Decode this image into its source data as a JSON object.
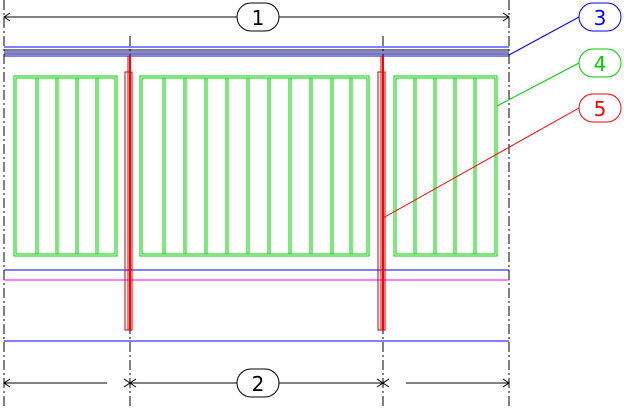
{
  "labels": {
    "dim_top": "1",
    "dim_bottom": "2",
    "tag_blue": "3",
    "tag_green": "4",
    "tag_red": "5"
  },
  "colors": {
    "blue": "#0000ff",
    "green": "#00cc00",
    "red": "#ff0000",
    "magenta": "#ff00ff",
    "dark_red": "#cc0000",
    "black": "#000000"
  }
}
